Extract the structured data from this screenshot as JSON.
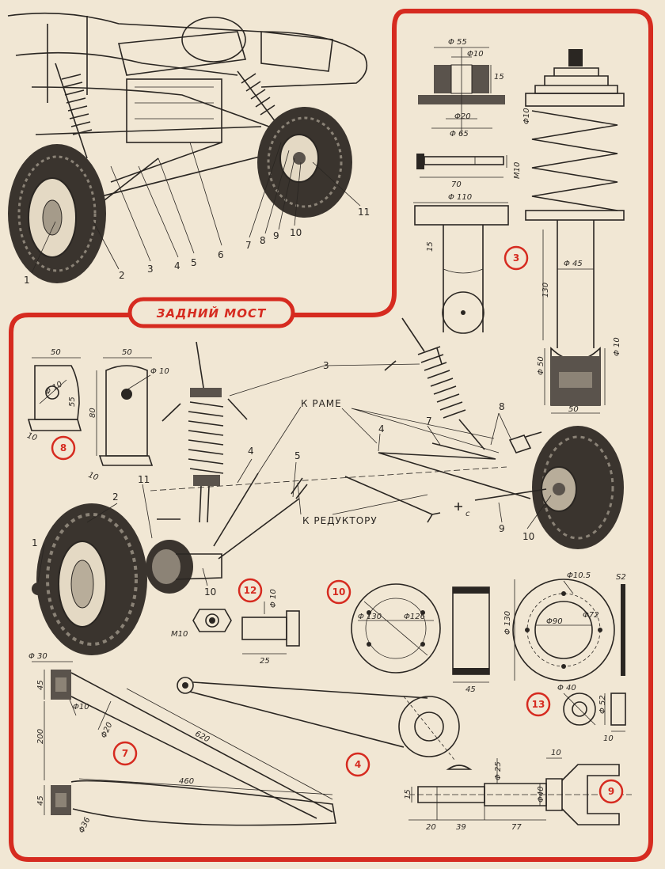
{
  "colors": {
    "accent": "#d62b20",
    "ink": "#2a2622",
    "paper": "#f1e7d4"
  },
  "title": "ЗАДНИЙ МОСТ",
  "callouts_top": [
    "1",
    "2",
    "3",
    "4",
    "5",
    "6",
    "7",
    "8",
    "9",
    "10",
    "11"
  ],
  "callouts_main": {
    "c1": "1",
    "c2": "2",
    "c3a": "3",
    "c4a": "4",
    "c5a": "5",
    "c11": "11",
    "c10a": "10",
    "c4b": "4",
    "c7a": "7",
    "c8a": "8",
    "c9a": "9",
    "c10b": "10"
  },
  "labels": {
    "k_rame": "К РАМЕ",
    "k_reduktoru": "К РЕДУКТОРУ",
    "c_letter": "с"
  },
  "badges": {
    "b3": "3",
    "b8": "8",
    "b12": "12",
    "b10": "10",
    "b13": "13",
    "b7": "7",
    "b4": "4",
    "b9": "9"
  },
  "dims": {
    "d55": "Φ 55",
    "d10a": "Φ10",
    "d15a": "15",
    "d20": "Φ20",
    "d65": "Φ 65",
    "d70": "70",
    "m10a": "M10",
    "d110": "Φ 110",
    "d15b": "15",
    "d10b": "Φ10",
    "d45": "Φ 45",
    "d130": "130",
    "d10c": "Φ 10",
    "d50": "Φ 50",
    "d50b": "50",
    "b8_50a": "50",
    "b8_50b": "50",
    "b8_d10a": "Φ 10",
    "b8_d10b": "Φ 10",
    "b8_55": "55",
    "b8_80": "80",
    "b8_10a": "10",
    "b8_10b": "10",
    "b12_d10": "Φ 10",
    "b12_m10": "M10",
    "b12_25": "25",
    "b10_d130": "Φ 130",
    "b10_d126": "Φ126",
    "b10_45": "45",
    "b10_d130b": "Φ 130",
    "b10_d105": "Φ10.5",
    "b10_d90": "Φ90",
    "b10_d72": "Φ72",
    "b10_s2": "S2",
    "b13_d40": "Φ 40",
    "b13_d52": "Φ 52",
    "b13_10": "10",
    "b7_d30": "Φ 30",
    "b7_45a": "45",
    "b7_d10": "Φ10",
    "b7_d20": "Φ20",
    "b7_200": "200",
    "b7_620": "620",
    "b7_460": "460",
    "b7_45b": "45",
    "b7_d36": "Φ36",
    "b9_10": "10",
    "b9_d25": "Φ 25",
    "b9_15": "15",
    "b9_d40": "Φ40",
    "b9_20": "20",
    "b9_39": "39",
    "b9_77": "77"
  }
}
